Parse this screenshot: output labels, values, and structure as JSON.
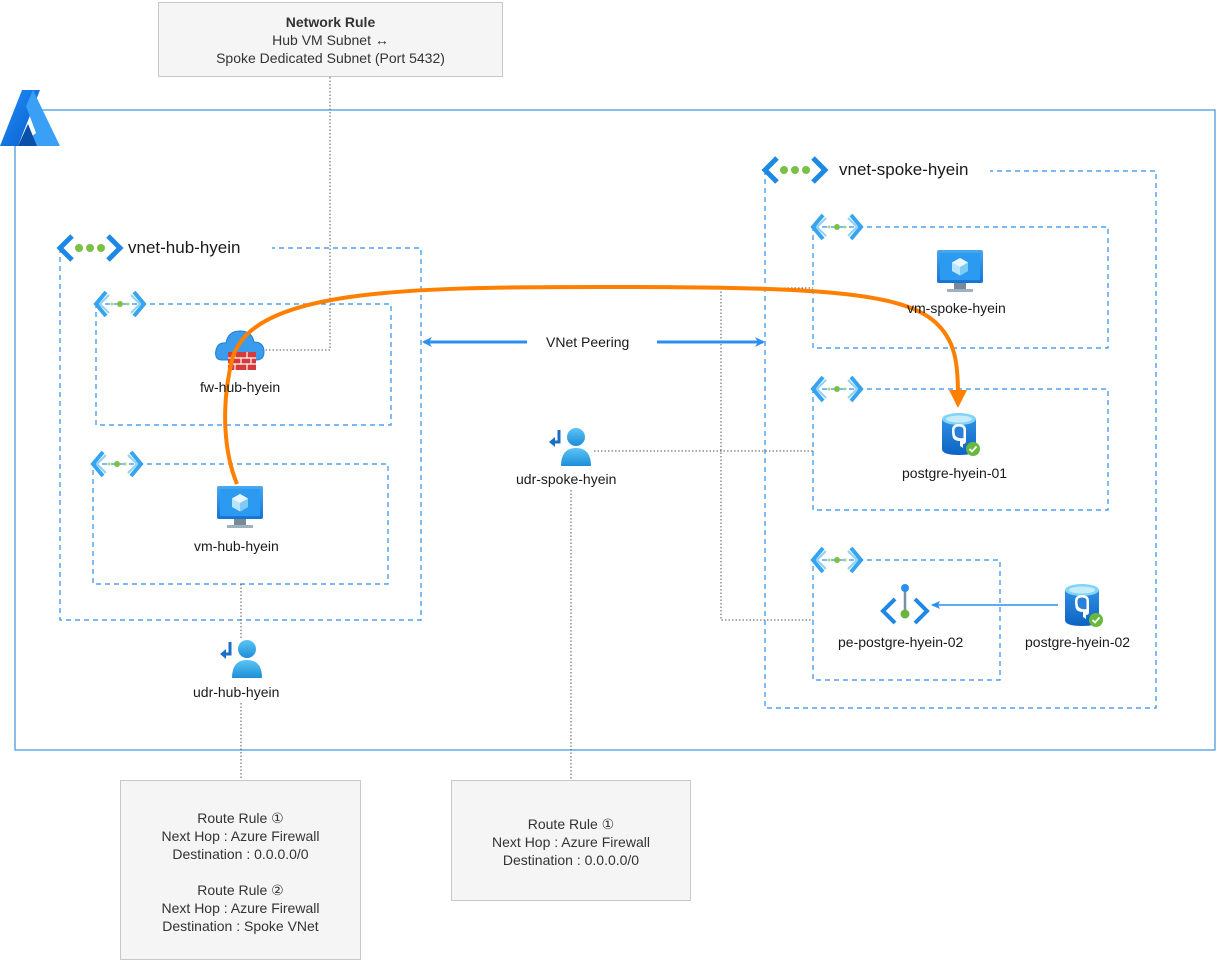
{
  "network_rule": {
    "title": "Network Rule",
    "line1": "Hub VM Subnet ↔",
    "line2": "Spoke Dedicated Subnet (Port 5432)"
  },
  "vnets": {
    "hub": "vnet-hub-hyein",
    "spoke": "vnet-spoke-hyein"
  },
  "resources": {
    "fw_hub": "fw-hub-hyein",
    "vm_hub": "vm-hub-hyein",
    "udr_hub": "udr-hub-hyein",
    "udr_spoke": "udr-spoke-hyein",
    "vm_spoke": "vm-spoke-hyein",
    "postgre_01": "postgre-hyein-01",
    "pe_postgre_02": "pe-postgre-hyein-02",
    "postgre_02": "postgre-hyein-02"
  },
  "peering_label": "VNet Peering",
  "route_hub": {
    "r1_title": "Route Rule ①",
    "r1_hop": "Next Hop : Azure Firewall",
    "r1_dest": "Destination : 0.0.0.0/0",
    "r2_title": "Route Rule ②",
    "r2_hop": "Next Hop : Azure Firewall",
    "r2_dest": "Destination : Spoke VNet"
  },
  "route_spoke": {
    "r1_title": "Route Rule ①",
    "r1_hop": "Next Hop : Azure Firewall",
    "r1_dest": "Destination : 0.0.0.0/0"
  },
  "colors": {
    "azure_blue": "#2b8ff0",
    "flow_orange": "#ff8000",
    "boundary": "#4a9be0",
    "connector": "#555555"
  },
  "icons": [
    "azure-logo-icon",
    "vnet-icon",
    "subnet-icon",
    "firewall-icon",
    "virtual-machine-icon",
    "route-table-icon",
    "postgresql-icon",
    "private-endpoint-icon"
  ]
}
